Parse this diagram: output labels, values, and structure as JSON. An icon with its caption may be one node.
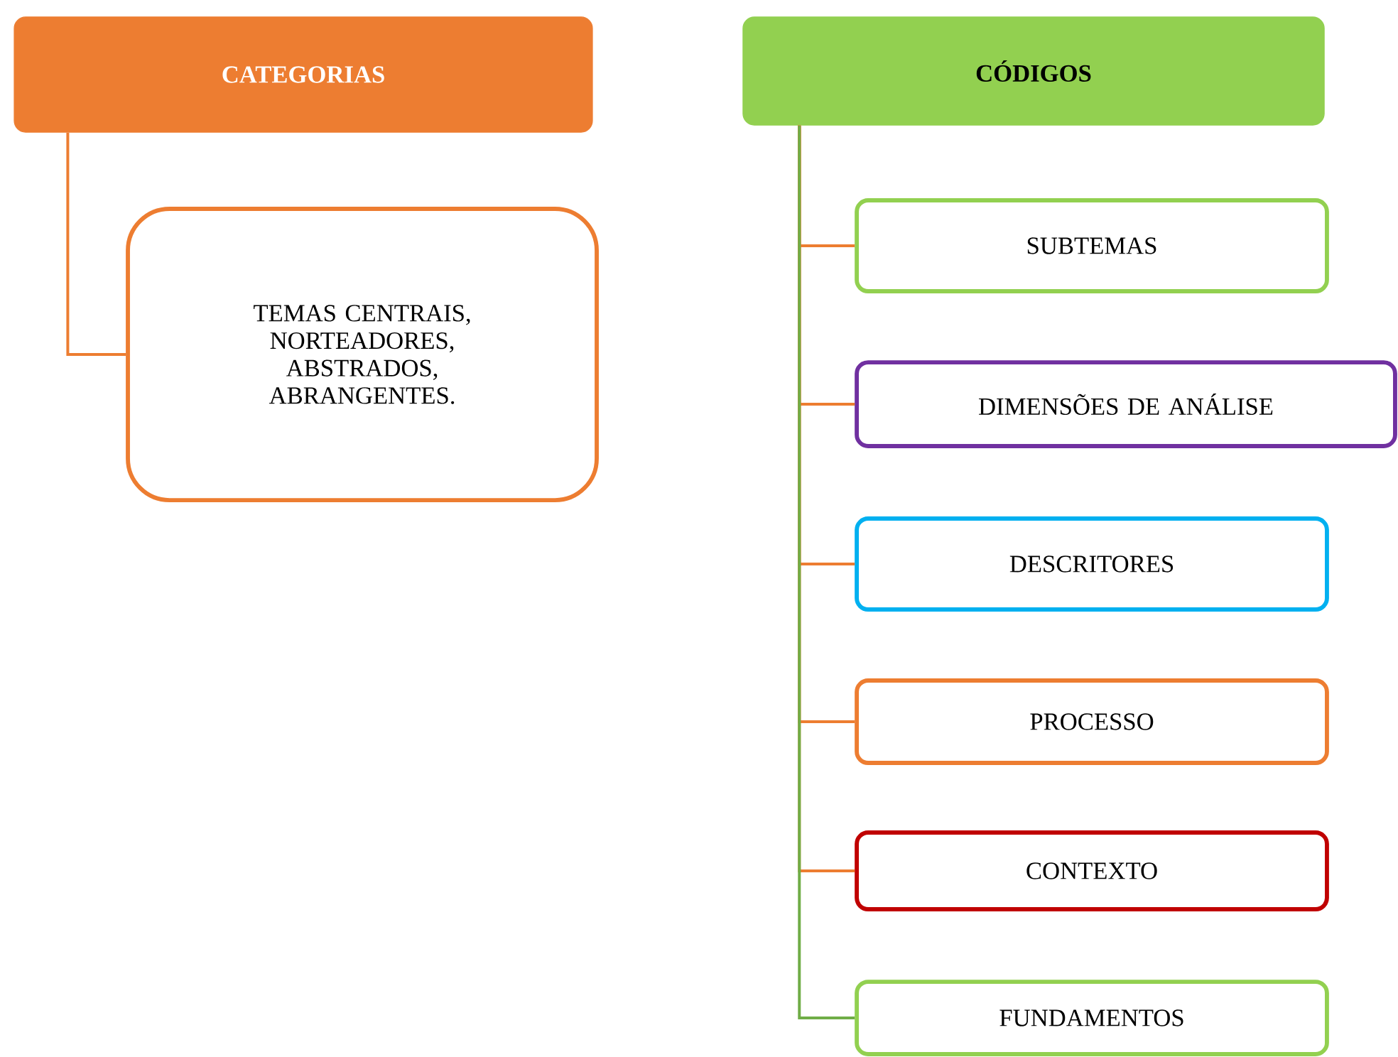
{
  "diagram": {
    "nodes": [
      {
        "text": [
          "CATEGORIAS"
        ]
      },
      {
        "text": [
          "TEMAS CENTRAIS, NORTEADORES, ABSTRADOS, ABRANGENTES."
        ]
      },
      {
        "text": [
          "CÓDIGOS"
        ]
      },
      {
        "text": [
          "SUBTEMAS"
        ]
      },
      {
        "text": [
          "DIMENSÕES DE ANÁLISE"
        ]
      },
      {
        "text": [
          "DESCRITORES"
        ]
      },
      {
        "text": [
          "PROCESSO"
        ]
      },
      {
        "text": [
          "CONTEXTO"
        ]
      },
      {
        "text": [
          "FUNDAMENTOS"
        ]
      }
    ],
    "edges": [
      {
        "from": 0,
        "to": 1,
        "arrow": "none"
      },
      {
        "from": 2,
        "to": 3,
        "arrow": "none"
      },
      {
        "from": 2,
        "to": 4,
        "arrow": "none"
      },
      {
        "from": 2,
        "to": 5,
        "arrow": "none"
      },
      {
        "from": 2,
        "to": 6,
        "arrow": "none"
      },
      {
        "from": 2,
        "to": 7,
        "arrow": "none"
      },
      {
        "from": 2,
        "to": 8,
        "arrow": "none",
        "color": "#70ad47"
      }
    ]
  }
}
